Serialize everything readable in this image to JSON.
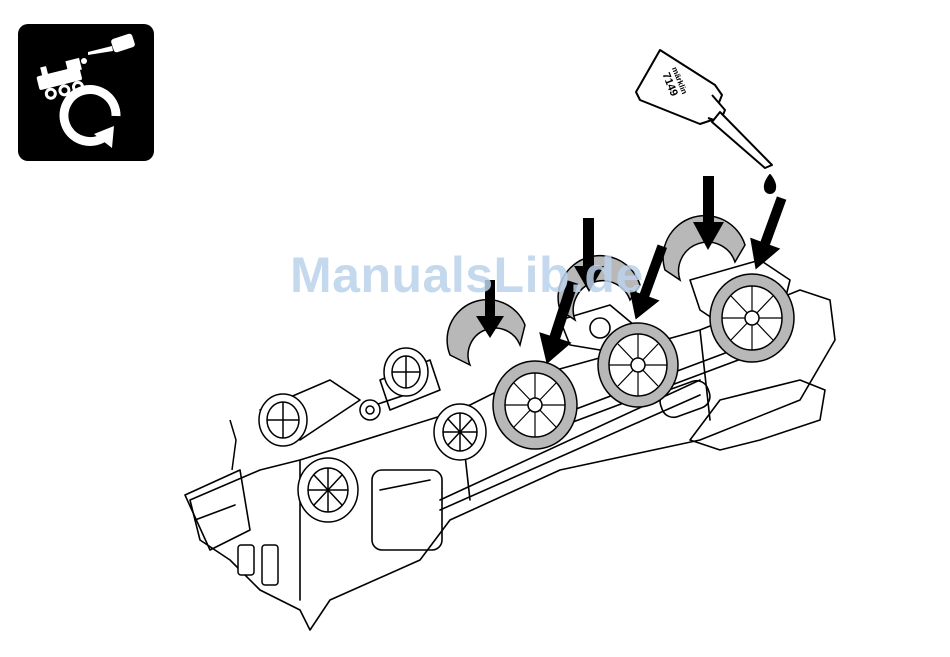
{
  "maintenance_icon": {
    "name": "lubrication-maintenance-icon",
    "colors": {
      "background": "#000000",
      "foreground": "#ffffff"
    }
  },
  "oil_bottle": {
    "brand": "märklin",
    "product_code": "7149"
  },
  "watermark": {
    "text": "ManualsLib.de",
    "color": "#bcd3ec"
  }
}
